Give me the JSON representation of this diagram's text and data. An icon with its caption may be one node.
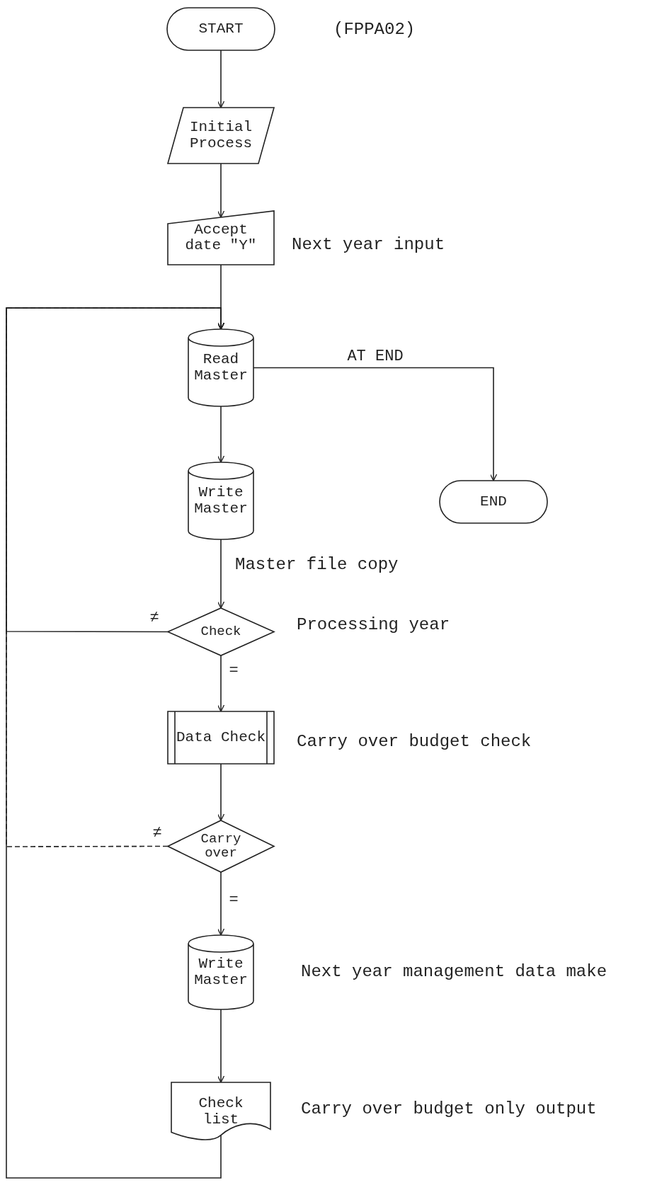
{
  "diagram": {
    "nodes": [
      {
        "text": [
          "START"
        ],
        "beside": [
          "(FPPA02)"
        ]
      },
      {
        "text": [
          "Initial Process"
        ]
      },
      {
        "text": [
          "Accept date \"Y\""
        ],
        "beside": [
          "Next year input"
        ]
      },
      {
        "text": [
          "Read Master"
        ]
      },
      {
        "text": [
          "END"
        ]
      },
      {
        "text": [
          "Write Master"
        ],
        "beside": [
          "Master file copy"
        ]
      },
      {
        "text": [
          "Check"
        ],
        "beside": [
          "Processing year"
        ]
      },
      {
        "text": [
          "Data Check"
        ],
        "beside": [
          "Carry over budget check"
        ]
      },
      {
        "text": [
          "Carry over"
        ]
      },
      {
        "text": [
          "Write Master"
        ],
        "beside": [
          "Next year management data make"
        ]
      },
      {
        "text": [
          "Check list"
        ],
        "beside": [
          "Carry over budget only output"
        ]
      }
    ],
    "edges": [
      {
        "from": 0,
        "to": 1,
        "arrow": "to"
      },
      {
        "from": 1,
        "to": 2,
        "arrow": "to"
      },
      {
        "from": 2,
        "to": 3,
        "arrow": "to"
      },
      {
        "from": 3,
        "to": 4,
        "arrow": "to",
        "label": "AT END"
      },
      {
        "from": 3,
        "to": 5,
        "arrow": "to"
      },
      {
        "from": 5,
        "to": 6,
        "arrow": "to"
      },
      {
        "from": 6,
        "to": 3,
        "arrow": "to",
        "label": "≠"
      },
      {
        "from": 6,
        "to": 7,
        "arrow": "to",
        "label": "="
      },
      {
        "from": 7,
        "to": 8,
        "arrow": "to"
      },
      {
        "from": 8,
        "to": 3,
        "arrow": "to",
        "label": "≠",
        "style": "dashed"
      },
      {
        "from": 8,
        "to": 9,
        "arrow": "to",
        "label": "="
      },
      {
        "from": 9,
        "to": 10,
        "arrow": "to"
      },
      {
        "from": 10,
        "to": 3,
        "arrow": "to"
      }
    ]
  }
}
